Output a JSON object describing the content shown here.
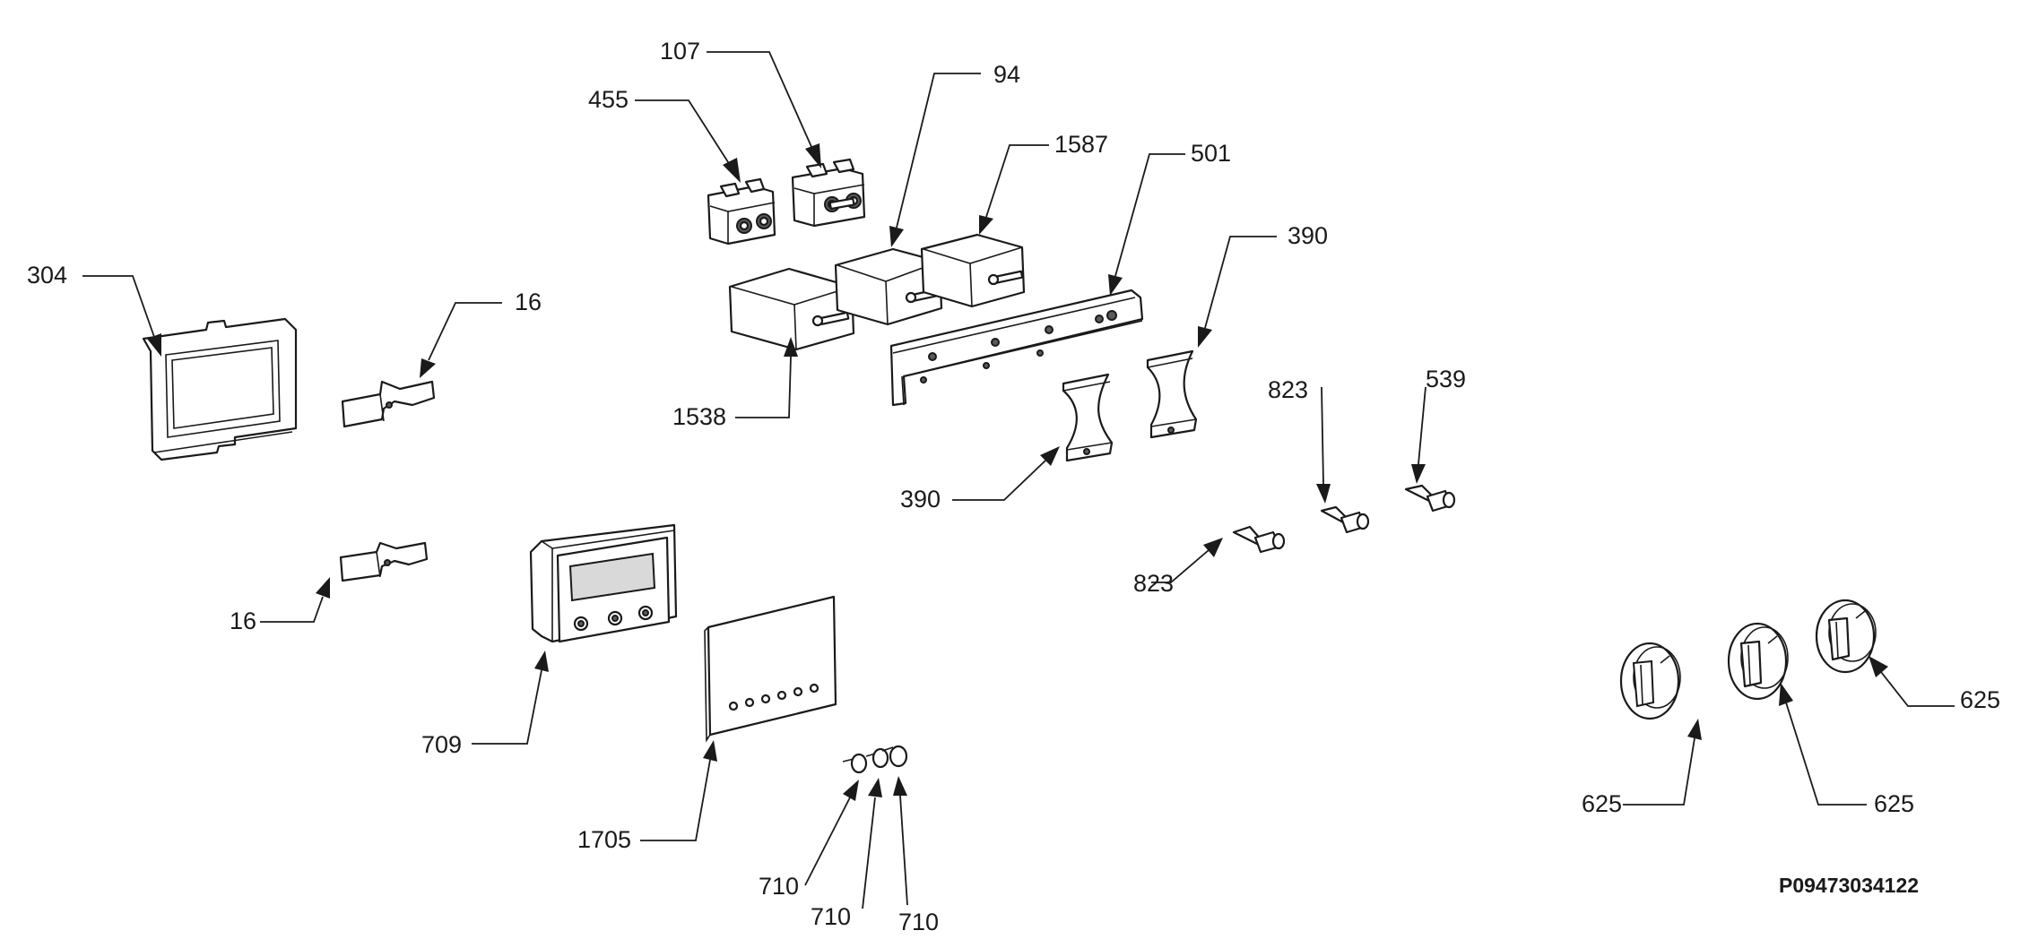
{
  "diagram_code": "P09473034122",
  "callouts": {
    "c107": "107",
    "c455": "455",
    "c94": "94",
    "c1587": "1587",
    "c501": "501",
    "c390a": "390",
    "c304": "304",
    "c16a": "16",
    "c1538": "1538",
    "c390b": "390",
    "c823a": "823",
    "c539": "539",
    "c823b": "823",
    "c16b": "16",
    "c709": "709",
    "c1705": "1705",
    "c710a": "710",
    "c710b": "710",
    "c710c": "710",
    "c625a": "625",
    "c625b": "625",
    "c625c": "625"
  }
}
